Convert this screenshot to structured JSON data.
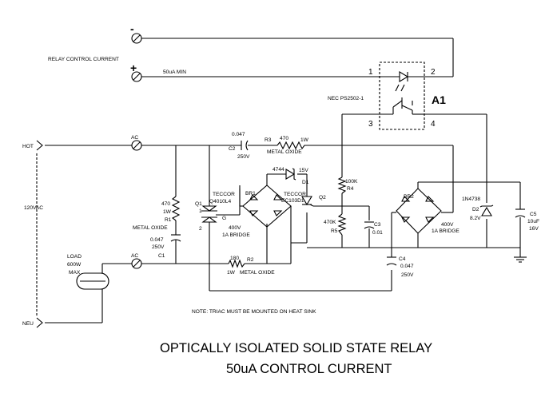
{
  "labels": {
    "minus": "-",
    "plus": "+",
    "relay_control_current": "RELAY CONTROL CURRENT",
    "min_current": "50uA MIN",
    "pin1": "1",
    "pin2": "2",
    "pin3": "3",
    "pin4": "4",
    "a1": "A1",
    "nec": "NEC PS2502-1",
    "hot": "HOT",
    "neu": "NEU",
    "vac": "120VAC",
    "ac_top": "AC",
    "ac_bottom": "AC",
    "c2_val": "0.047",
    "c2_name": "C2",
    "c2_volt": "250V",
    "r3_name": "R3",
    "r3_val": "470",
    "r3_w": "1W",
    "r3_type": "METAL OXIDE",
    "d1_zener": "4744",
    "d1_volt": "15V",
    "d1_name": "D1",
    "r1_val": "470",
    "r1_w": "1W",
    "r1_name": "R1",
    "r1_type": "METAL OXIDE",
    "c1_val": "0.047",
    "c1_volt": "250V",
    "c1_name": "C1",
    "q1_name": "Q1",
    "q1_pin1": "1",
    "q1_pin2": "2",
    "q1_g": "G",
    "teccor1": "TECCOR",
    "q1_part": "Q4010L4",
    "br1": "BR1",
    "br1_volt": "400V",
    "br1_rating": "1A BRIDGE",
    "teccor2": "TECCOR",
    "q2_part": "EC103D1",
    "q2_name": "Q2",
    "r4_val": "100K",
    "r4_name": "R4",
    "r5_val": "470K",
    "r5_name": "R5",
    "c3_name": "C3",
    "c3_val": "0.01",
    "br2": "BR2",
    "br2_volt": "400V",
    "br2_rating": "1A BRIDGE",
    "d2_part": "1N4738",
    "d2_name": "D2",
    "d2_volt": "8.2V",
    "c5_name": "C5",
    "c5_val": "10uF",
    "c5_volt": "16V",
    "c4_name": "C4",
    "c4_val": "0.047",
    "c4_volt": "250V",
    "r2_val": "180",
    "r2_w": "1W",
    "r2_name": "R2",
    "r2_type": "METAL OXIDE",
    "load": "LOAD",
    "load_w": "600W",
    "load_max": "MAX",
    "note": "NOTE:  TRIAC MUST BE MOUNTED ON HEAT SINK",
    "title1": "OPTICALLY ISOLATED SOLID STATE RELAY",
    "title2": "50uA CONTROL CURRENT"
  }
}
